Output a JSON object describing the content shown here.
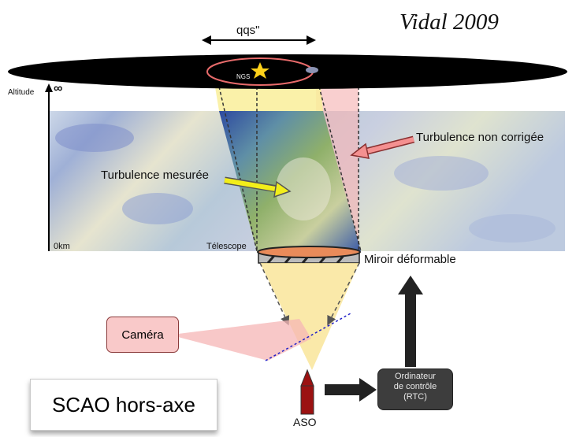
{
  "credit": "Vidal 2009",
  "separation_label": "qqs\"",
  "altitude_axis": {
    "label": "Altitude",
    "top": "∞",
    "bottom": "0km"
  },
  "telescope_label": "Télescope",
  "guide_star_label": "NGS",
  "labels": {
    "turbulence_uncorrected": "Turbulence non corrigée",
    "turbulence_measured": "Turbulence mesurée",
    "deformable_mirror": "Miroir déformable",
    "camera": "Caméra",
    "rtc_lines": [
      "Ordinateur",
      "de contrôle",
      "(RTC)"
    ],
    "wfs": "ASO",
    "mode": "SCAO hors-axe"
  },
  "colors": {
    "sky": "#000000",
    "measured_beam": "#f9ef9a",
    "uncorrected_beam": "#f6b6b6",
    "arrow_measured": "#f2ee1a",
    "arrow_uncorrected": "#f49090",
    "mirror": "#e98b5a",
    "wfs": "#9b1111",
    "rtc": "#3d3d3d",
    "beamsplitter": "#2020c8",
    "star": "#ffd21a"
  }
}
